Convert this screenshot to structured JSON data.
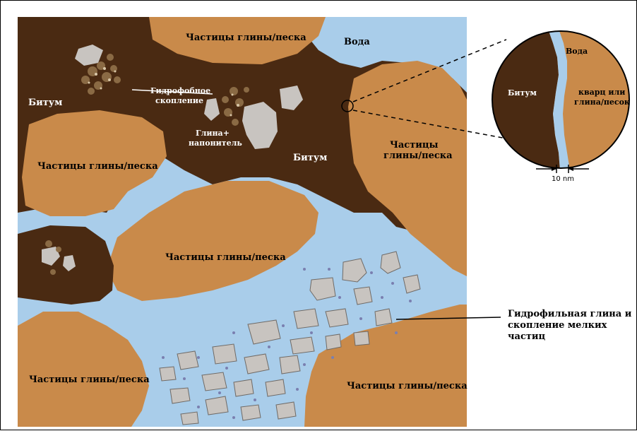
{
  "labels": {
    "particles_top": "Частицы глины/песка",
    "water_top": "Вода",
    "bitumen_left": "Битум",
    "hydrophobic_1": "Гидрофобное",
    "hydrophobic_2": "скопление",
    "clay_filler_1": "Глина+",
    "clay_filler_2": "напонитель",
    "bitumen_center": "Битум",
    "particles_left": "Частицы глины/песка",
    "particles_right_1": "Частицы",
    "particles_right_2": "глины/песка",
    "particles_middle": "Частицы глины/песка",
    "particles_bottom_left": "Частицы глины/песка",
    "particles_bottom_right": "Частицы глины/песка"
  },
  "inset": {
    "bitumen": "Битум",
    "water": "Вода",
    "quartz_1": "кварц или",
    "quartz_2": "глина/песок",
    "scale": "10 nm"
  },
  "annotation": {
    "line1": "Гидрофильная глина и",
    "line2": "скопление мелких",
    "line3": "частиц"
  },
  "colors": {
    "bitumen": "#4a2a12",
    "sand": "#c98a4a",
    "water": "#a9cdea",
    "grey_particle": "#c8c4c0"
  }
}
